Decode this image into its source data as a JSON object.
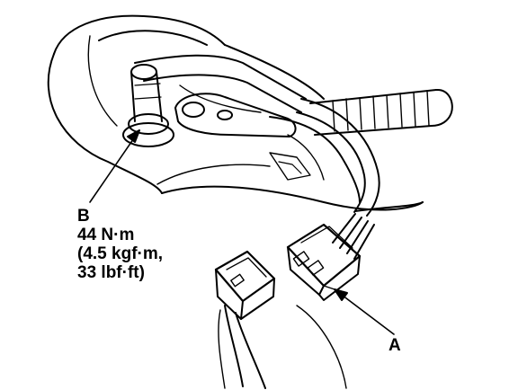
{
  "labels": {
    "b": "B",
    "a": "A"
  },
  "torque_spec": {
    "line1": "44 N·m",
    "line2": "(4.5 kgf·m,",
    "line3": "33 lbf·ft)"
  }
}
